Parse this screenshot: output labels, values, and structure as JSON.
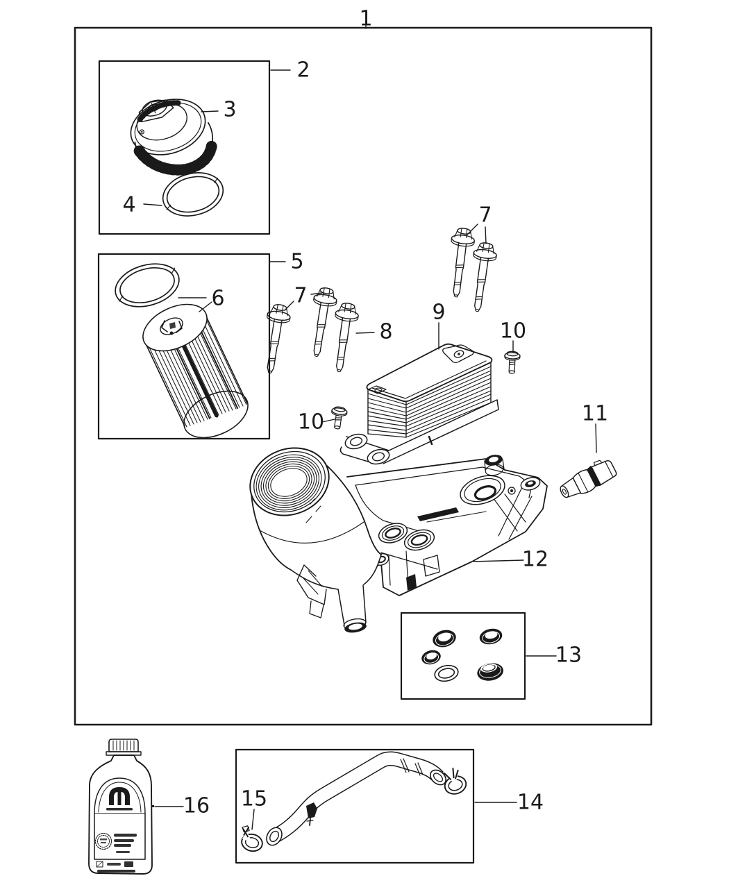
{
  "figure": {
    "type": "parts-exploded-diagram",
    "background": "#ffffff",
    "line_color": "#1a1a1a"
  },
  "callouts": {
    "c1": "1",
    "c2": "2",
    "c3": "3",
    "c4": "4",
    "c5": "5",
    "c6": "6",
    "c7_left": "7",
    "c7_right": "7",
    "c8": "8",
    "c9": "9",
    "c10_left": "10",
    "c10_right": "10",
    "c11": "11",
    "c12": "12",
    "c13": "13",
    "c14": "14",
    "c15": "15",
    "c16": "16"
  }
}
